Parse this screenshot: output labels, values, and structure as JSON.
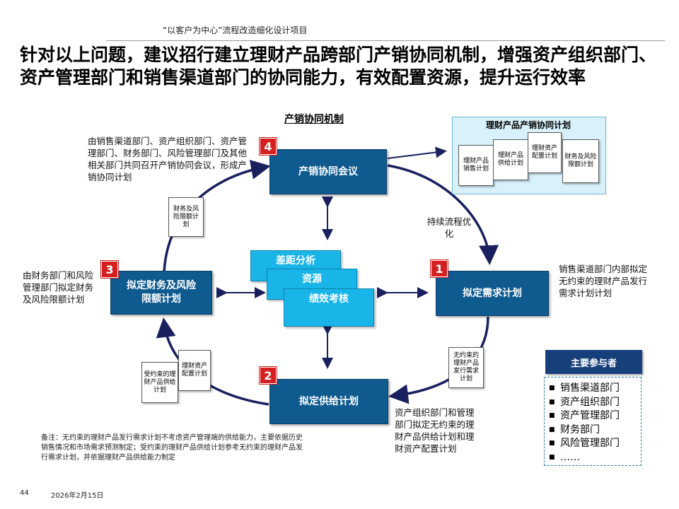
{
  "header": {
    "project": "“以客户为中心”流程改造细化设计项目"
  },
  "title": "针对以上问题，建议招行建立理财产品跨部门产销协同机制，增强资产组织部门、资产管理部门和销售渠道部门的协同能力，有效配置资源，提升运行效率",
  "diagram_caption": "产销协同机制",
  "steps": [
    {
      "num": "1",
      "label": "拟定需求计划",
      "desc": "销售渠道部门内部拟定无约束的理财产品发行需求计划计划"
    },
    {
      "num": "2",
      "label": "拟定供给计划",
      "desc": "资产组织部门和管理部门拟定无约束的理财产品供给计划和理财资产配置计划"
    },
    {
      "num": "3",
      "label": "拟定财务及风险限额计划",
      "desc": "由财务部门和风险管理部门拟定财务及风险限额计划"
    },
    {
      "num": "4",
      "label": "产销协同会议",
      "desc": "由销售渠道部门、资产组织部门、资产管理部门、财务部门、风险管理部门及其他相关部门共同召开产销协同会议，形成产销协同计划"
    }
  ],
  "center_items": [
    "差距分析",
    "资源",
    "绩效考核"
  ],
  "cycle_label": "持续流程优化",
  "docs": {
    "demand_plan": "无约束的理财产品发行需求计划",
    "supply_plan": "受约束的理财产品供给计划",
    "asset_plan": "理财资产配置计划",
    "risk_plan": "财务及风险限额计划"
  },
  "plan_panel": {
    "title": "理财产品产销协同计划",
    "docs": [
      "理财产品销售计划",
      "理财产品供给计划",
      "理财资产配置计划",
      "财务及风险限额计划"
    ]
  },
  "participants": {
    "title": "主要参与者",
    "items": [
      "销售渠道部门",
      "资产组织部门",
      "资产管理部门",
      "财务部门",
      "风险管理部门",
      "……"
    ]
  },
  "note": "备注：无约束的理财产品发行需求计划不考虑资产管理端的供给能力，主要依据历史销售情况和市场需求预测制定；受约束的理财产品供给计划参考无约束的理财产品发行需求计划，并依据理财产品供给能力制定",
  "footer": {
    "page": "44",
    "date": "2026年2月15日"
  },
  "colors": {
    "box": "#0f5a8e",
    "badge": "#d42020",
    "center": "#19b4e8",
    "cycle": "#1a1f5e",
    "participants_head": "#17407a"
  }
}
